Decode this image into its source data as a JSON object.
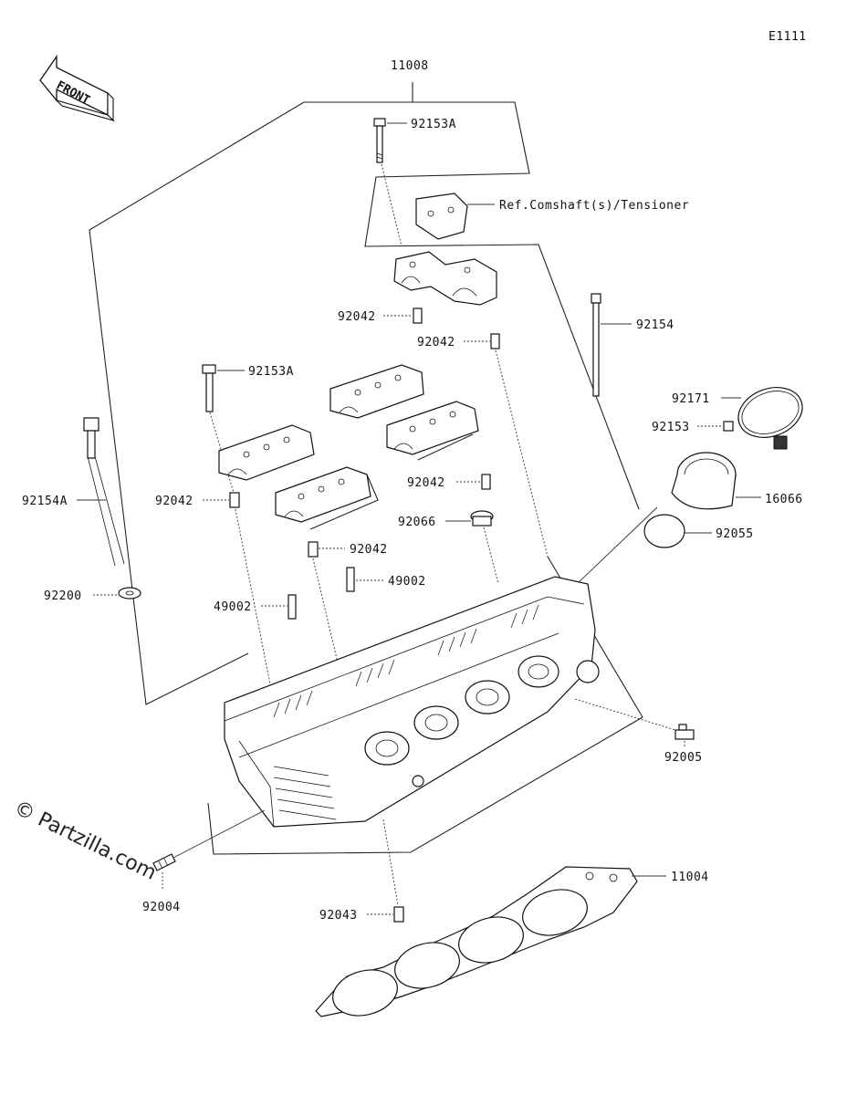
{
  "diagram_code": "E1111",
  "front_label": "FRONT",
  "watermark": "© Partzilla.com",
  "parts": {
    "p11008": "11008",
    "p92153A_top": "92153A",
    "ref_camshaft": "Ref.Comshaft(s)/Tensioner",
    "p92042_a": "92042",
    "p92042_b": "92042",
    "p92154": "92154",
    "p92153A_left": "92153A",
    "p92171": "92171",
    "p92153": "92153",
    "p92154A": "92154A",
    "p92042_c": "92042",
    "p92042_d": "92042",
    "p16066": "16066",
    "p92066": "92066",
    "p92055": "92055",
    "p92042_e": "92042",
    "p49002_a": "49002",
    "p92200": "92200",
    "p49002_b": "49002",
    "p92005": "92005",
    "p11004": "11004",
    "p92004": "92004",
    "p92043": "92043"
  }
}
